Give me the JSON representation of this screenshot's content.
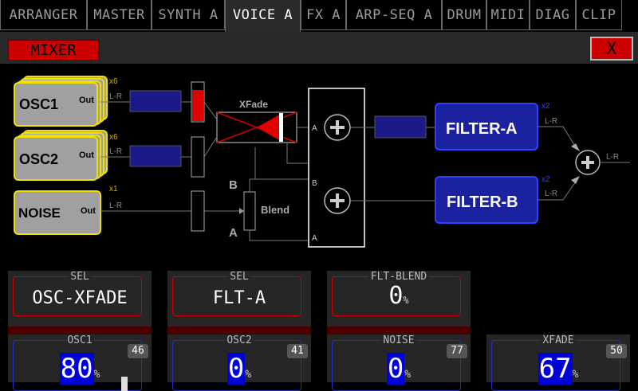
{
  "tabs": [
    {
      "label": "ARRANGER",
      "active": false
    },
    {
      "label": "MASTER",
      "active": false
    },
    {
      "label": "SYNTH A",
      "active": false
    },
    {
      "label": "VOICE A",
      "active": true
    },
    {
      "label": "FX A",
      "active": false
    },
    {
      "label": "ARP-SEQ A",
      "active": false
    },
    {
      "label": "DRUM",
      "active": false
    },
    {
      "label": "MIDI",
      "active": false
    },
    {
      "label": "DIAG",
      "active": false
    },
    {
      "label": "CLIP",
      "active": false
    }
  ],
  "header": {
    "title": "MIXER",
    "close_label": "X"
  },
  "diagram": {
    "osc1": {
      "label": "OSC1",
      "out": "Out",
      "mult": "x6",
      "lr": "L-R"
    },
    "osc2": {
      "label": "OSC2",
      "out": "Out",
      "mult": "x6",
      "lr": "L-R"
    },
    "noise": {
      "label": "NOISE",
      "out": "Out",
      "mult": "x1",
      "lr": "L-R"
    },
    "xfade_label": "XFade",
    "blend_label": "Blend",
    "blend_b": "B",
    "blend_a": "A",
    "sum_a1": "A",
    "sum_b": "B",
    "sum_a2": "A",
    "filter_a": {
      "label": "FILTER-A",
      "mult": "x2",
      "lr": "L-R"
    },
    "filter_b": {
      "label": "FILTER-B",
      "mult": "x2",
      "lr": "L-R"
    },
    "out_lr": "L-R",
    "colors": {
      "osc_fill": "#a0a0a0",
      "osc_border": "#f0e000",
      "filter_fill": "#1a22a0",
      "level_bar": "#1a1a8a",
      "xfade_active": "#e00000"
    }
  },
  "panels_top": [
    {
      "caption": "SEL",
      "value": "OSC-XFADE"
    },
    {
      "caption": "SEL",
      "value": "FLT-A"
    },
    {
      "caption": "FLT-BLEND",
      "value": "0",
      "unit": "%"
    }
  ],
  "panels_bottom": [
    {
      "caption": "OSC1",
      "value": "80",
      "unit": "%",
      "badge": "46"
    },
    {
      "caption": "OSC2",
      "value": "0",
      "unit": "%",
      "badge": "41"
    },
    {
      "caption": "NOISE",
      "value": "0",
      "unit": "%",
      "badge": "77"
    },
    {
      "caption": "XFADE",
      "value": "67",
      "unit": "%",
      "badge": "50"
    }
  ]
}
